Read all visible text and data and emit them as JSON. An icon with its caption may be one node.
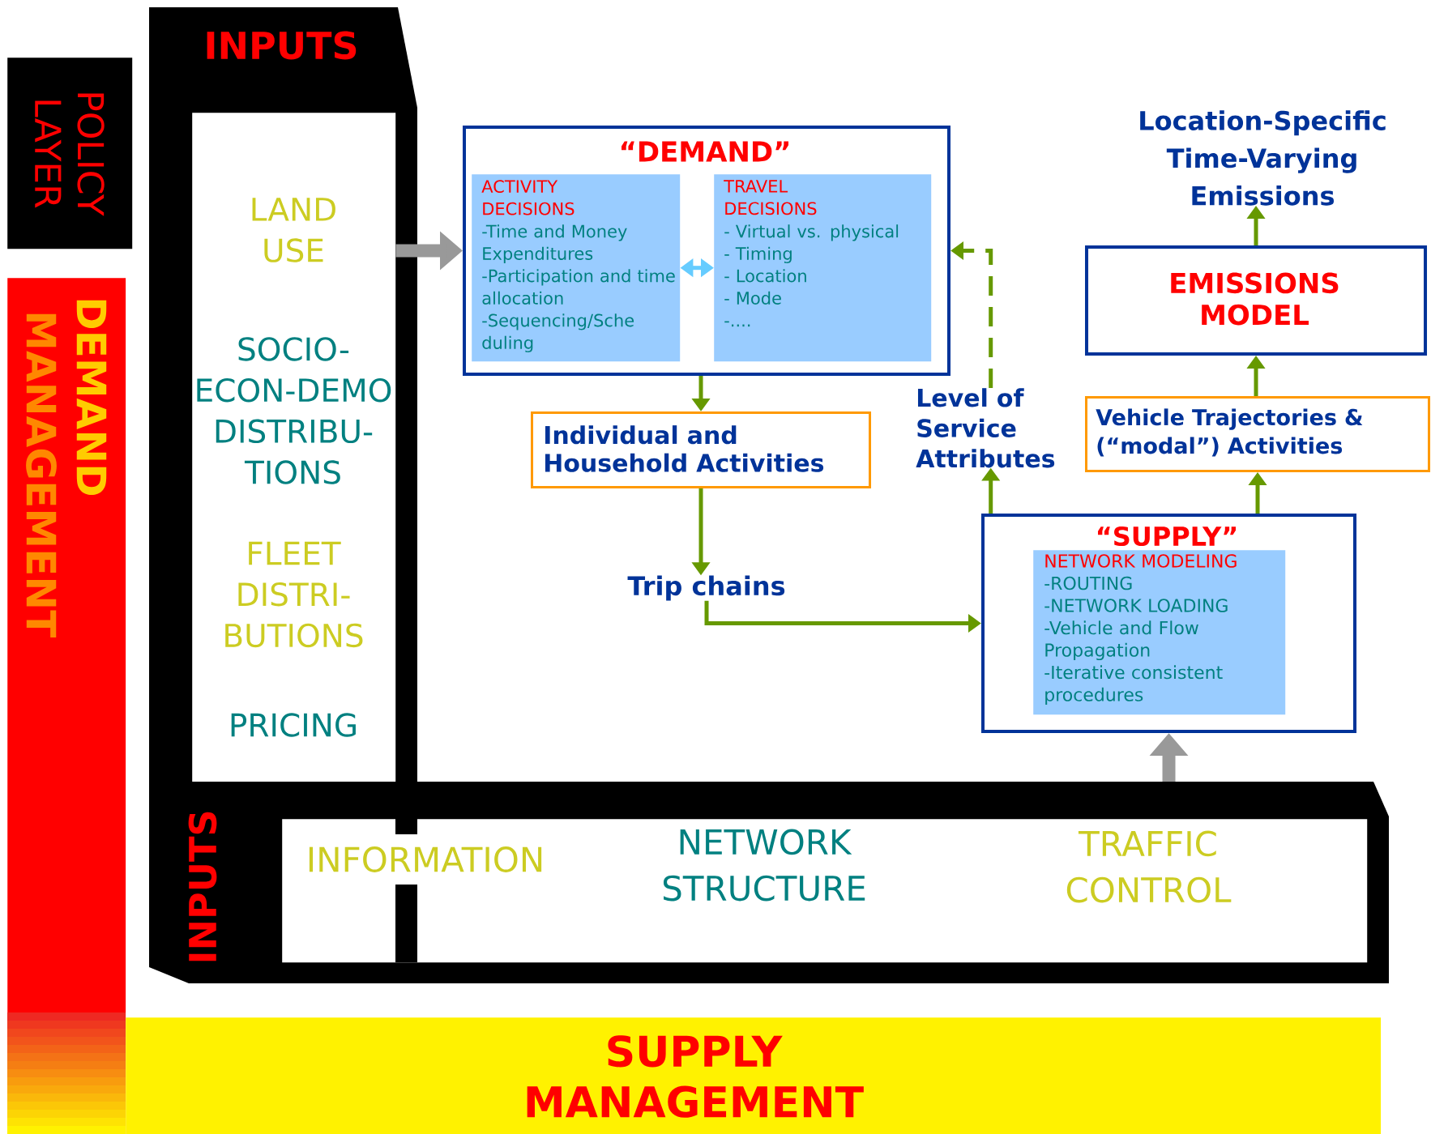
{
  "diagram": {
    "nodes": [
      {
        "text": [
          "INPUTS"
        ]
      },
      {
        "text": [
          "LAND USE",
          "SOCIO- ECON-DEMO DISTRIBU- TIONS",
          "FLEET DISTRI- BUTIONS",
          "PRICING"
        ],
        "in": 0
      },
      {
        "text": [
          "POLICY LAYER"
        ]
      },
      {
        "text": [
          "DEMAND",
          "MANAGEMENT"
        ]
      },
      {
        "text": [
          "“DEMAND”"
        ]
      },
      {
        "text": [
          "ACTIVITY DECISIONS",
          "-Time and Money Expenditures",
          "-Participation and time allocation",
          "-Sequencing/Sche duling"
        ],
        "in": 4
      },
      {
        "text": [
          "TRAVEL DECISIONS",
          "- Virtual vs. physical",
          "- Timing",
          "- Location",
          "- Mode",
          "-...."
        ],
        "in": 4
      },
      {
        "text": [
          "Individual and Household Activities"
        ]
      },
      {
        "text": [
          "Trip chains"
        ]
      },
      {
        "text": [
          "Level of Service Attributes"
        ]
      },
      {
        "text": [
          "Location-Specific Time-Varying Emissions"
        ]
      },
      {
        "text": [
          "EMISSIONS MODEL"
        ]
      },
      {
        "text": [
          "Vehicle Trajectories & (“modal”) Activities"
        ]
      },
      {
        "text": [
          "“SUPPLY”"
        ]
      },
      {
        "text": [
          "NETWORK MODELING",
          "-ROUTING",
          "-NETWORK LOADING",
          "-Vehicle and Flow Propagation",
          "-Iterative consistent procedures"
        ],
        "in": 13
      },
      {
        "text": [
          "INPUTS"
        ]
      },
      {
        "text": [
          "INFORMATION",
          "NETWORK STRUCTURE",
          "TRAFFIC CONTROL"
        ],
        "in": 15
      },
      {
        "text": [
          "SUPPLY MANAGEMENT"
        ]
      }
    ],
    "edges": [
      {
        "from": 1,
        "to": 4,
        "arrow": "to",
        "style": "thick",
        "color": "#999999"
      },
      {
        "from": 5,
        "to": 6,
        "arrow": "both",
        "color": "#66ccff"
      },
      {
        "from": 4,
        "to": 7,
        "arrow": "to"
      },
      {
        "from": 7,
        "to": 8,
        "arrow": "to"
      },
      {
        "from": 8,
        "to": 13,
        "arrow": "to"
      },
      {
        "from": 13,
        "to": 9,
        "arrow": "to"
      },
      {
        "from": 9,
        "to": 4,
        "arrow": "to",
        "style": "dashed"
      },
      {
        "from": 13,
        "to": 12,
        "arrow": "to"
      },
      {
        "from": 12,
        "to": 11,
        "arrow": "to"
      },
      {
        "from": 11,
        "to": 10,
        "arrow": "to"
      },
      {
        "from": 15,
        "to": 13,
        "arrow": "to",
        "style": "thick",
        "color": "#999999"
      }
    ]
  }
}
